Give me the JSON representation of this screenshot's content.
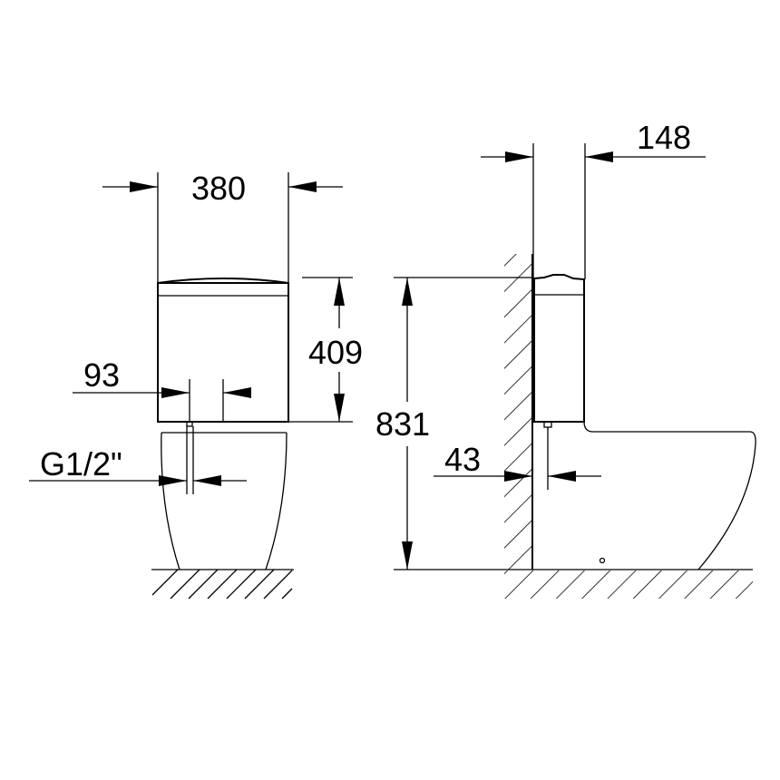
{
  "drawing": {
    "type": "technical dimension drawing",
    "subject": "close-coupled toilet cistern",
    "views": [
      "front-view",
      "side-view"
    ]
  },
  "dimensions": {
    "width": "380",
    "cistern_height": "409",
    "inlet_offset": "93",
    "inlet_thread": "G1/2\"",
    "total_height": "831",
    "inlet_wall_distance": "43",
    "cistern_depth": "148"
  },
  "colors": {
    "line": "#000000",
    "background": "#ffffff"
  }
}
